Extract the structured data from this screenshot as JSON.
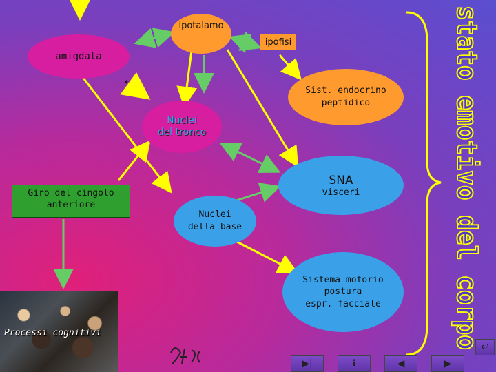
{
  "nodes": {
    "ipotalamo": "ipotalamo",
    "ipofisi": "ipofisi",
    "amigdala": "amigdala",
    "endocrino": "Sist. endocrino\npeptidico",
    "nuclei_tronco": "Nuclei\ndel tronco",
    "sna_title": "SNA",
    "sna_sub": "visceri",
    "giro": "Giro del cingolo\nanteriore",
    "nuclei_base": "Nuclei\ndella base",
    "motorio": "Sistema motorio\npostura\nespr. facciale",
    "processi": "Processi cognitivi"
  },
  "vertical_title": "stato emotivo del corpo",
  "colors": {
    "orange": "#ff9a2e",
    "magenta_oval": "#d81ea0",
    "green_box": "#2fa02f",
    "blue_oval": "#3aa0e8",
    "title_fill": "#4e39c4",
    "arrow_green": "#66cc66",
    "arrow_yellow": "#ffff00"
  },
  "nav": {
    "end": "▶|",
    "info": "ℹ",
    "prev": "◀",
    "next": "▶",
    "return": "↩"
  }
}
